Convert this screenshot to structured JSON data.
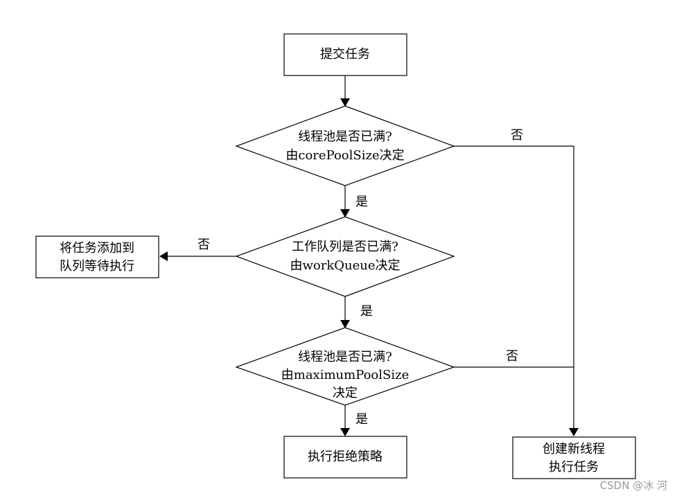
{
  "nodes": {
    "submit": {
      "lines": [
        "提交任务"
      ]
    },
    "core_full": {
      "lines": [
        "线程池是否已满?",
        "由corePoolSize决定"
      ]
    },
    "queue_full": {
      "lines": [
        "工作队列是否已满?",
        "由workQueue决定"
      ]
    },
    "max_full": {
      "lines": [
        "线程池是否已满?",
        "由maximumPoolSize",
        "决定"
      ]
    },
    "reject": {
      "lines": [
        "执行拒绝策略"
      ]
    },
    "enqueue": {
      "lines": [
        "将任务添加到",
        "队列等待执行"
      ]
    },
    "create_thread": {
      "lines": [
        "创建新线程",
        "执行任务"
      ]
    }
  },
  "edge_labels": {
    "core_yes": "是",
    "core_no": "否",
    "queue_yes": "是",
    "queue_no": "否",
    "max_yes": "是",
    "max_no": "否"
  },
  "watermark": "CSDN @冰 河"
}
